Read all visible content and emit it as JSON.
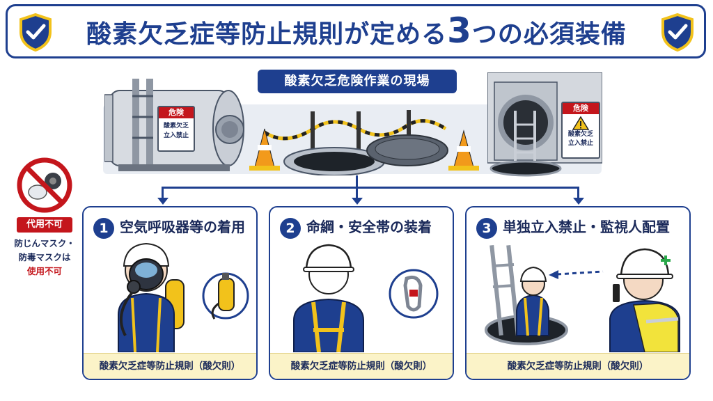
{
  "title": {
    "prefix": "酸素欠乏症等防止規則が定める",
    "number": "3",
    "suffix": "つの必須装備"
  },
  "scene": {
    "banner": "酸素欠乏危険作業の現場",
    "sign_left": {
      "header": "危険",
      "line1": "酸素欠乏",
      "line2": "立入禁止"
    },
    "sign_right": {
      "header": "危険",
      "line1": "酸素欠乏",
      "line2": "立入禁止"
    }
  },
  "warning": {
    "badge": "代用不可",
    "line1": "防じんマスク・",
    "line2": "防毒マスクは",
    "line3": "使用不可"
  },
  "cards": [
    {
      "number": "1",
      "title": "空気呼吸器等の着用",
      "footer": "酸素欠乏症等防止規則（酸欠則）"
    },
    {
      "number": "2",
      "title": "命綱・安全帯の装着",
      "footer": "酸素欠乏症等防止規則（酸欠則）"
    },
    {
      "number": "3",
      "title": "単独立入禁止・監視人配置",
      "footer": "酸素欠乏症等防止規則（酸欠則）"
    }
  ],
  "colors": {
    "navy": "#1e3f8f",
    "yellow": "#f2c21b",
    "red": "#c4161c",
    "footer_bg": "#fbf3c8",
    "green": "#2aa84a"
  },
  "icons": [
    "shield-check-icon",
    "no-mask-icon",
    "warning-triangle-icon",
    "carabiner-icon",
    "air-cylinder-icon",
    "green-cross-icon"
  ]
}
